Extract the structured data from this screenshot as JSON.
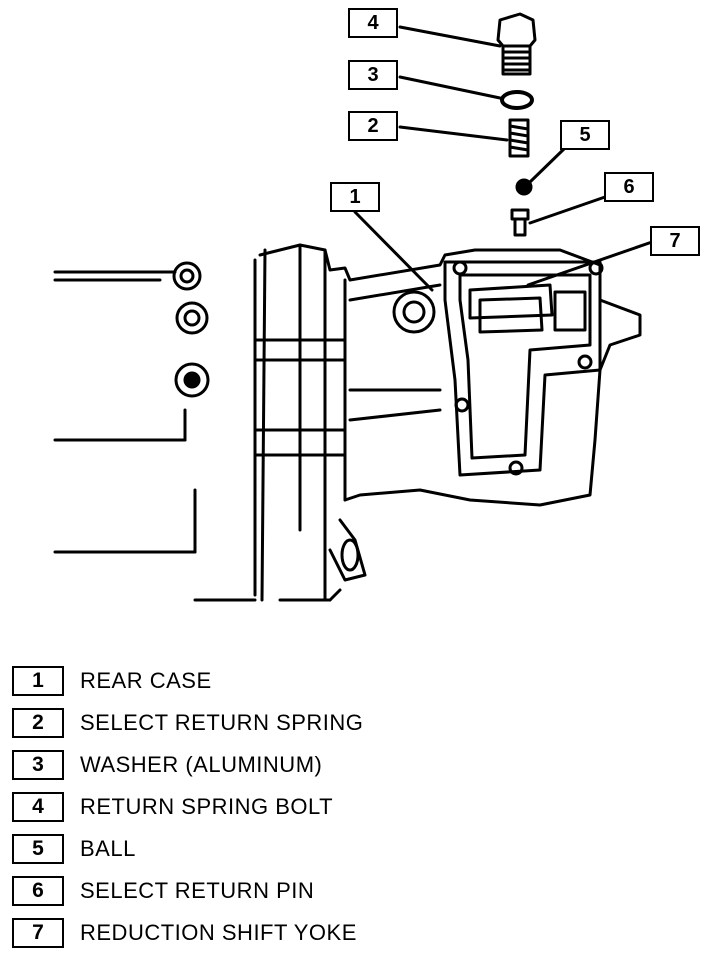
{
  "callouts": [
    {
      "number": "4"
    },
    {
      "number": "3"
    },
    {
      "number": "2"
    },
    {
      "number": "5"
    },
    {
      "number": "1"
    },
    {
      "number": "6"
    },
    {
      "number": "7"
    }
  ],
  "legend": [
    {
      "number": "1",
      "label": "REAR CASE"
    },
    {
      "number": "2",
      "label": "SELECT RETURN SPRING"
    },
    {
      "number": "3",
      "label": "WASHER (ALUMINUM)"
    },
    {
      "number": "4",
      "label": "RETURN SPRING BOLT"
    },
    {
      "number": "5",
      "label": "BALL"
    },
    {
      "number": "6",
      "label": "SELECT RETURN PIN"
    },
    {
      "number": "7",
      "label": "REDUCTION SHIFT YOKE"
    }
  ]
}
